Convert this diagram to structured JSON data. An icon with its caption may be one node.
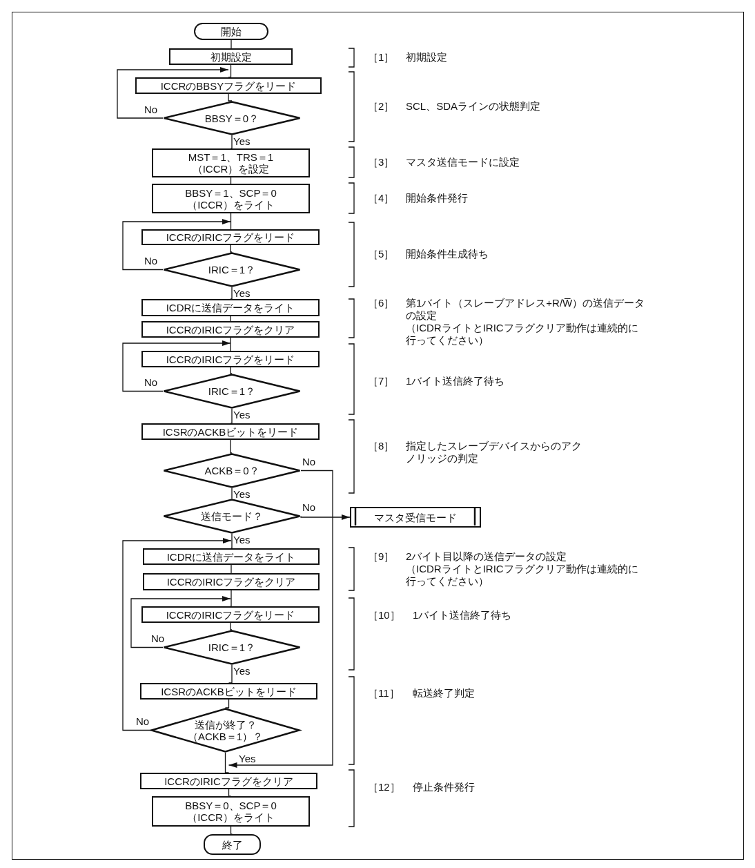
{
  "diagram": {
    "nodes": [
      {
        "text": [
          "開始"
        ]
      },
      {
        "text": [
          "初期設定"
        ]
      },
      {
        "text": [
          "ICCRのBBSYフラグをリード"
        ]
      },
      {
        "text": [
          "BBSY＝0？"
        ]
      },
      {
        "text": [
          "MST＝1、TRS＝1（ICCR）を設定"
        ]
      },
      {
        "text": [
          "BBSY＝1、SCP＝0（ICCR）をライト"
        ]
      },
      {
        "text": [
          "ICCRのIRICフラグをリード"
        ]
      },
      {
        "text": [
          "IRIC＝1？"
        ]
      },
      {
        "text": [
          "ICDRに送信データをライト"
        ]
      },
      {
        "text": [
          "ICCRのIRICフラグをクリア"
        ]
      },
      {
        "text": [
          "ICCRのIRICフラグをリード"
        ]
      },
      {
        "text": [
          "IRIC＝1？"
        ]
      },
      {
        "text": [
          "ICSRのACKBビットをリード"
        ]
      },
      {
        "text": [
          "ACKB＝0？"
        ]
      },
      {
        "text": [
          "送信モード？"
        ]
      },
      {
        "text": [
          "マスタ受信モード"
        ]
      },
      {
        "text": [
          "ICDRに送信データをライト"
        ]
      },
      {
        "text": [
          "ICCRのIRICフラグをクリア"
        ]
      },
      {
        "text": [
          "ICCRのIRICフラグをリード"
        ]
      },
      {
        "text": [
          "IRIC＝1？"
        ]
      },
      {
        "text": [
          "ICSRのACKBビットをリード"
        ]
      },
      {
        "text": [
          "送信が終了？（ACKB＝1）？"
        ]
      },
      {
        "text": [
          "ICCRのIRICフラグをクリア"
        ]
      },
      {
        "text": [
          "BBSY＝0、SCP＝0（ICCR）をライト"
        ]
      },
      {
        "text": [
          "終了"
        ]
      }
    ],
    "edges": [
      {
        "from": 0,
        "to": 1,
        "arrow": "none"
      },
      {
        "from": 3,
        "to": 2,
        "arrow": "to",
        "label": "No"
      },
      {
        "from": 1,
        "to": 2,
        "arrow": "none"
      },
      {
        "from": 2,
        "to": 3,
        "arrow": "none"
      },
      {
        "from": 3,
        "to": 4,
        "arrow": "none",
        "label": "Yes"
      },
      {
        "from": 4,
        "to": 5,
        "arrow": "none"
      },
      {
        "from": 5,
        "to": 6,
        "arrow": "none"
      },
      {
        "from": 7,
        "to": 6,
        "arrow": "to",
        "label": "No"
      },
      {
        "from": 6,
        "to": 7,
        "arrow": "none"
      },
      {
        "from": 7,
        "to": 8,
        "arrow": "none",
        "label": "Yes"
      },
      {
        "from": 8,
        "to": 9,
        "arrow": "none"
      },
      {
        "from": 9,
        "to": 10,
        "arrow": "none"
      },
      {
        "from": 11,
        "to": 10,
        "arrow": "to",
        "label": "No"
      },
      {
        "from": 10,
        "to": 11,
        "arrow": "none"
      },
      {
        "from": 11,
        "to": 12,
        "arrow": "none",
        "label": "Yes"
      },
      {
        "from": 12,
        "to": 13,
        "arrow": "none"
      },
      {
        "from": 13,
        "to": 14,
        "arrow": "none",
        "label": "Yes"
      },
      {
        "from": 13,
        "to": 22,
        "arrow": "to",
        "label": "No"
      },
      {
        "from": 14,
        "to": 15,
        "arrow": "to",
        "label": "No"
      },
      {
        "from": 14,
        "to": 16,
        "arrow": "none",
        "label": "Yes"
      },
      {
        "from": 21,
        "to": 16,
        "arrow": "to",
        "label": "No"
      },
      {
        "from": 16,
        "to": 17,
        "arrow": "none"
      },
      {
        "from": 17,
        "to": 18,
        "arrow": "none"
      },
      {
        "from": 19,
        "to": 18,
        "arrow": "to",
        "label": "No"
      },
      {
        "from": 18,
        "to": 19,
        "arrow": "none"
      },
      {
        "from": 19,
        "to": 20,
        "arrow": "none",
        "label": "Yes"
      },
      {
        "from": 20,
        "to": 21,
        "arrow": "none"
      },
      {
        "from": 21,
        "to": 22,
        "arrow": "none",
        "label": "Yes"
      },
      {
        "from": 22,
        "to": 23,
        "arrow": "none"
      },
      {
        "from": 23,
        "to": 24,
        "arrow": "none"
      }
    ],
    "labels": [
      "［1］",
      "初期設定",
      "［2］",
      "SCL、SDAラインの状態判定",
      "［3］",
      "マスタ送信モードに設定",
      "［4］",
      "開始条件発行",
      "［5］",
      "開始条件生成待ち",
      "［6］",
      "第1バイト（スレーブアドレス+R/W̅）の送信データの設定",
      "（ICDRライトとIRICフラグクリア動作は連続的に行ってください）",
      "［7］",
      "1バイト送信終了待ち",
      "［8］",
      "指定したスレーブデバイスからのアクノリッジの判定",
      "［9］",
      "2バイト目以降の送信データの設定",
      "（ICDRライトとIRICフラグクリア動作は連続的に行ってください）",
      "［10］",
      "1バイト送信終了待ち",
      "［11］",
      "転送終了判定",
      "［12］",
      "停止条件発行"
    ]
  }
}
